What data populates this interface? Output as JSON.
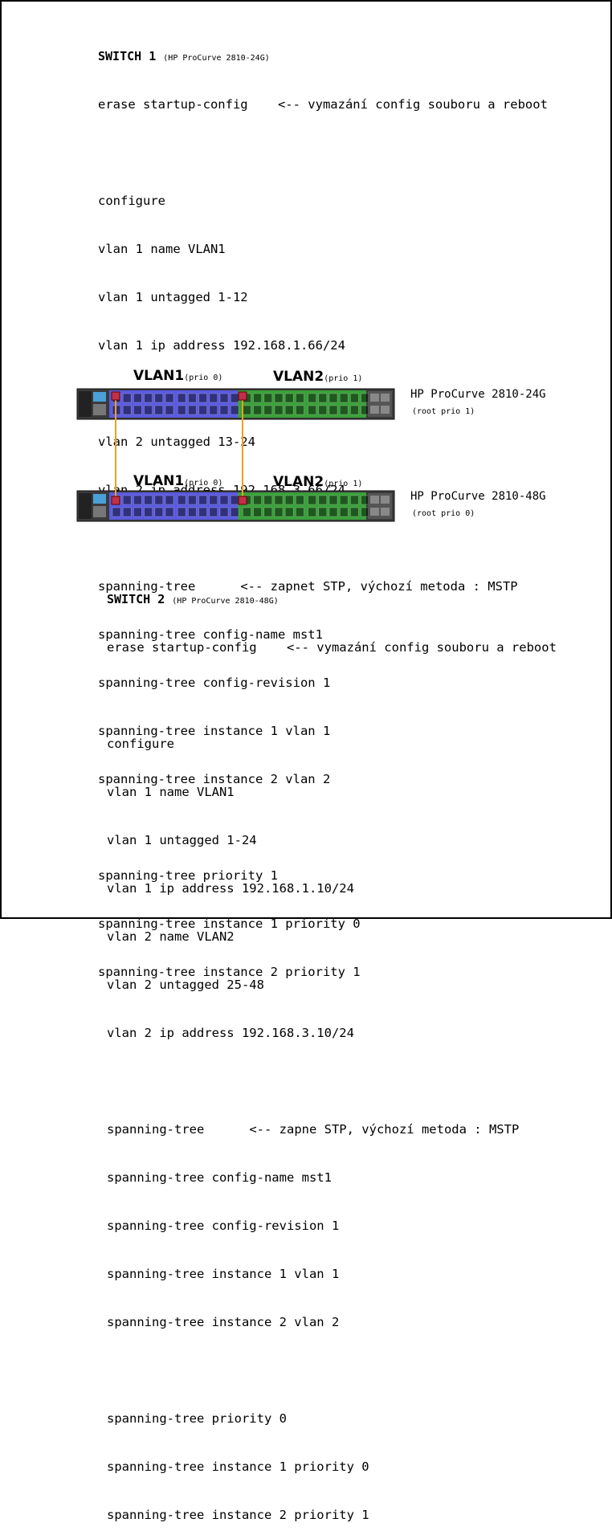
{
  "switch1": {
    "title": "SWITCH 1",
    "model": "(HP ProCurve 2810-24G)",
    "erase_cmd": "erase startup-config",
    "erase_comment": "<-- vymazání config souboru a reboot",
    "config_lines": [
      "configure",
      "vlan 1 name VLAN1",
      "vlan 1 untagged 1-12",
      "vlan 1 ip address 192.168.1.66/24",
      "vlan 2 name VLAN2",
      "vlan 2 untagged 13-24",
      "vlan 2 ip address 192.168.3.66/24"
    ],
    "stp_cmd": "spanning-tree",
    "stp_comment": "<-- zapnet STP, výchozí metoda : MSTP",
    "stp_lines": [
      "spanning-tree config-name mst1",
      "spanning-tree config-revision 1",
      "spanning-tree instance 1 vlan 1",
      "spanning-tree instance 2 vlan 2"
    ],
    "priority_lines": [
      "spanning-tree priority 1",
      "spanning-tree instance 1 priority 0",
      "spanning-tree instance 2 priority 1"
    ]
  },
  "diagram": {
    "top": {
      "vlan1_label": "VLAN1",
      "vlan1_prio": "(prio 0)",
      "vlan2_label": "VLAN2",
      "vlan2_prio": "(prio 1)",
      "device_name": "HP ProCurve 2810-24G",
      "device_note": "(root prio 1)"
    },
    "bottom": {
      "vlan1_label": "VLAN1",
      "vlan1_prio": "(prio 0)",
      "vlan2_label": "VLAN2",
      "vlan2_prio": "(prio 1)",
      "device_name": "HP ProCurve 2810-48G",
      "device_note": "(root prio 0)"
    },
    "colors": {
      "vlan1": "#5a5ae0",
      "vlan2": "#3aa03a",
      "link": "#f0a020",
      "uplink_port": "#c0304a"
    }
  },
  "switch2": {
    "title": "SWITCH 2",
    "model": "(HP ProCurve 2810-48G)",
    "erase_cmd": "erase startup-config",
    "erase_comment": "<-- vymazání config souboru a reboot",
    "config_lines": [
      "configure",
      "vlan 1 name VLAN1",
      "vlan 1 untagged 1-24",
      "vlan 1 ip address 192.168.1.10/24",
      "vlan 2 name VLAN2",
      "vlan 2 untagged 25-48",
      "vlan 2 ip address 192.168.3.10/24"
    ],
    "stp_cmd": "spanning-tree",
    "stp_comment": "<-- zapne STP, výchozí metoda : MSTP",
    "stp_lines": [
      "spanning-tree config-name mst1",
      "spanning-tree config-revision 1",
      "spanning-tree instance 1 vlan 1",
      "spanning-tree instance 2 vlan 2"
    ],
    "priority_lines": [
      "spanning-tree priority 0",
      "spanning-tree instance 1 priority 0",
      "spanning-tree instance 2 priority 1"
    ]
  }
}
